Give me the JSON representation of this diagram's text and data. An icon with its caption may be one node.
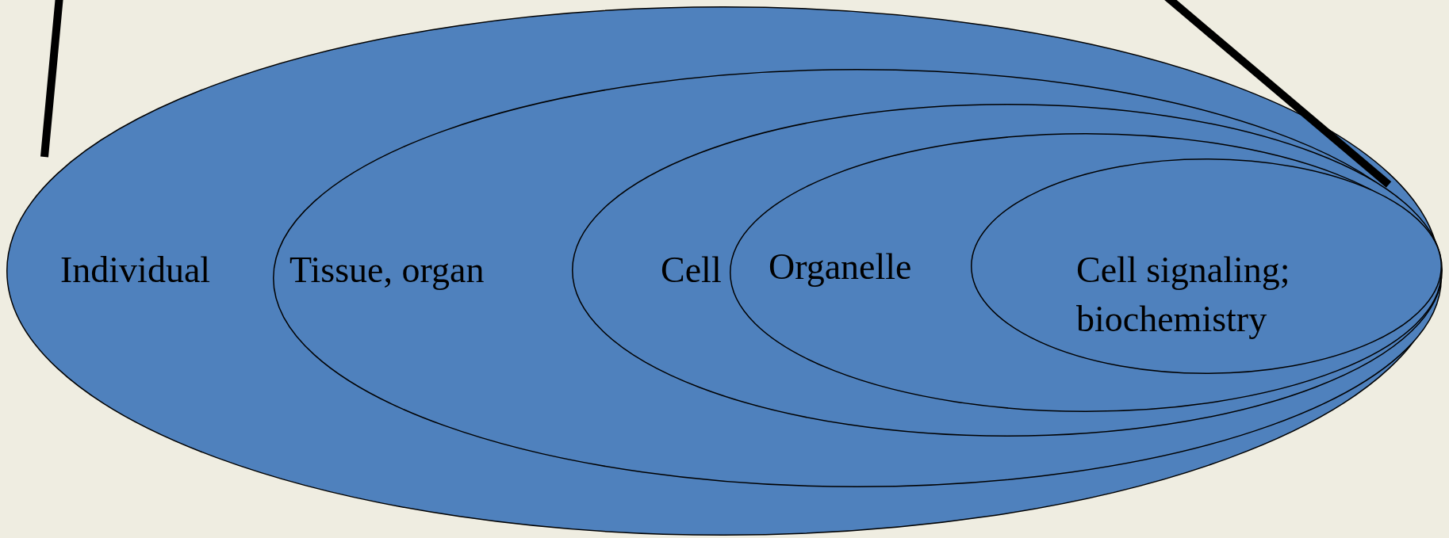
{
  "diagram": {
    "nodes": [
      {
        "text": [
          "Individual"
        ]
      },
      {
        "text": [
          "Tissue, organ"
        ],
        "in": 0
      },
      {
        "text": [
          "Cell"
        ],
        "in": 1
      },
      {
        "text": [
          "Organelle"
        ],
        "in": 2
      },
      {
        "text": [
          "Cell signaling; biochemistry"
        ],
        "in": 3
      }
    ]
  }
}
